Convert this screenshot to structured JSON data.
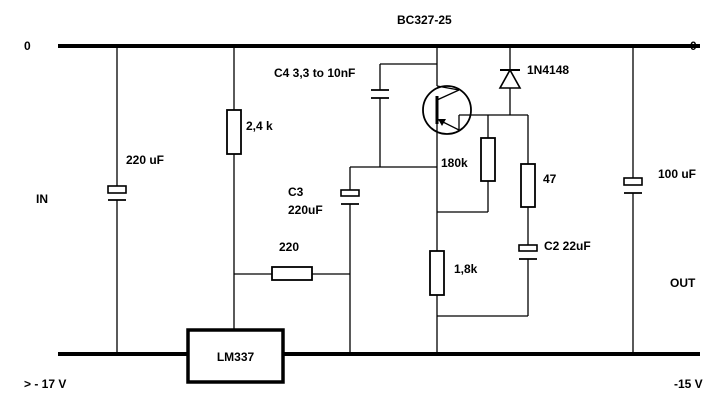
{
  "rails": {
    "top_left_label": "0",
    "top_right_label": "0",
    "bottom_left_label": "> - 17 V",
    "bottom_right_label": "-15 V"
  },
  "ports": {
    "in_label": "IN",
    "out_label": "OUT"
  },
  "transistor": {
    "label": "BC327-25"
  },
  "diode": {
    "label": "1N4148"
  },
  "regulator": {
    "label": "LM337"
  },
  "capacitors": {
    "input": "220 uF",
    "c3_name": "C3",
    "c3_value": "220uF",
    "c4": "C4 3,3 to 10nF",
    "c2": "C2 22uF",
    "output": "100 uF"
  },
  "resistors": {
    "r_2k4": "2,4 k",
    "r_220": "220",
    "r_180k": "180k",
    "r_1k8": "1,8k",
    "r_47": "47"
  }
}
